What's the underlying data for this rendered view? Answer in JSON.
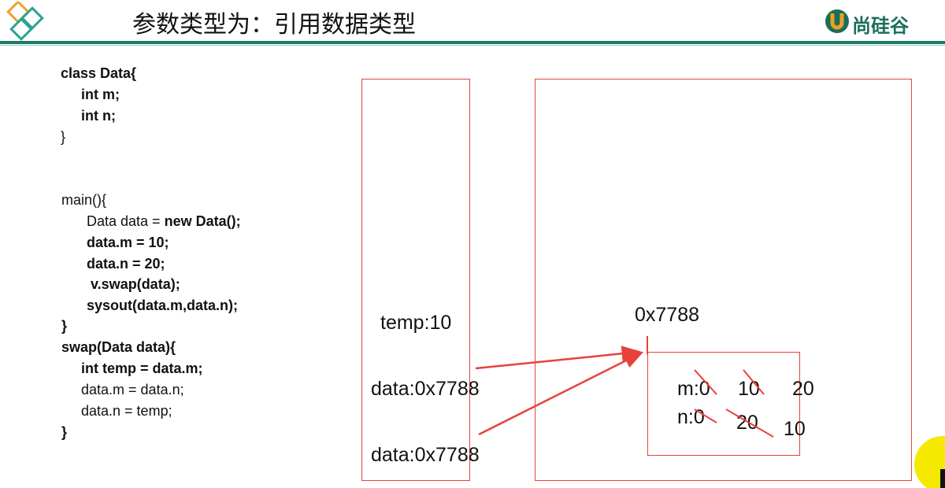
{
  "title": "参数类型为：引用数据类型",
  "brand": "尚硅谷",
  "code": [
    {
      "text": "class Data{",
      "bold": true
    },
    {
      "text": "int m;",
      "bold": true
    },
    {
      "text": "int n;",
      "bold": true
    },
    {
      "text": "}",
      "bold": false
    },
    {
      "text": "main(){",
      "bold": false
    },
    {
      "text": "Data data = ",
      "bold": false,
      "rest": "new Data();"
    },
    {
      "text": "data.m = 10;",
      "bold": true
    },
    {
      "text": "data.n = 20;",
      "bold": true
    },
    {
      "text": "v.swap(data);",
      "bold": true
    },
    {
      "text": "sysout(data.m,data.n);",
      "bold": true
    },
    {
      "text": "}",
      "bold": true
    },
    {
      "text": "swap(Data data){",
      "bold": true
    },
    {
      "text": "int temp = data.m;",
      "bold": true
    },
    {
      "text": "data.m = data.n;",
      "bold": false
    },
    {
      "text": "data.n = temp;",
      "bold": false
    },
    {
      "text": "}",
      "bold": true
    }
  ],
  "stack": {
    "temp": "temp:10",
    "data1": "data:0x7788",
    "data2": "data:0x7788"
  },
  "heap": {
    "address": "0x7788",
    "m_label": "m:0",
    "m_v1": "10",
    "m_v2": "20",
    "n_label": "n:0",
    "n_v1": "20",
    "n_v2": "10"
  },
  "colors": {
    "accent": "#e8413a",
    "brand": "#1a7a6a",
    "highlight": "#f5e900"
  }
}
